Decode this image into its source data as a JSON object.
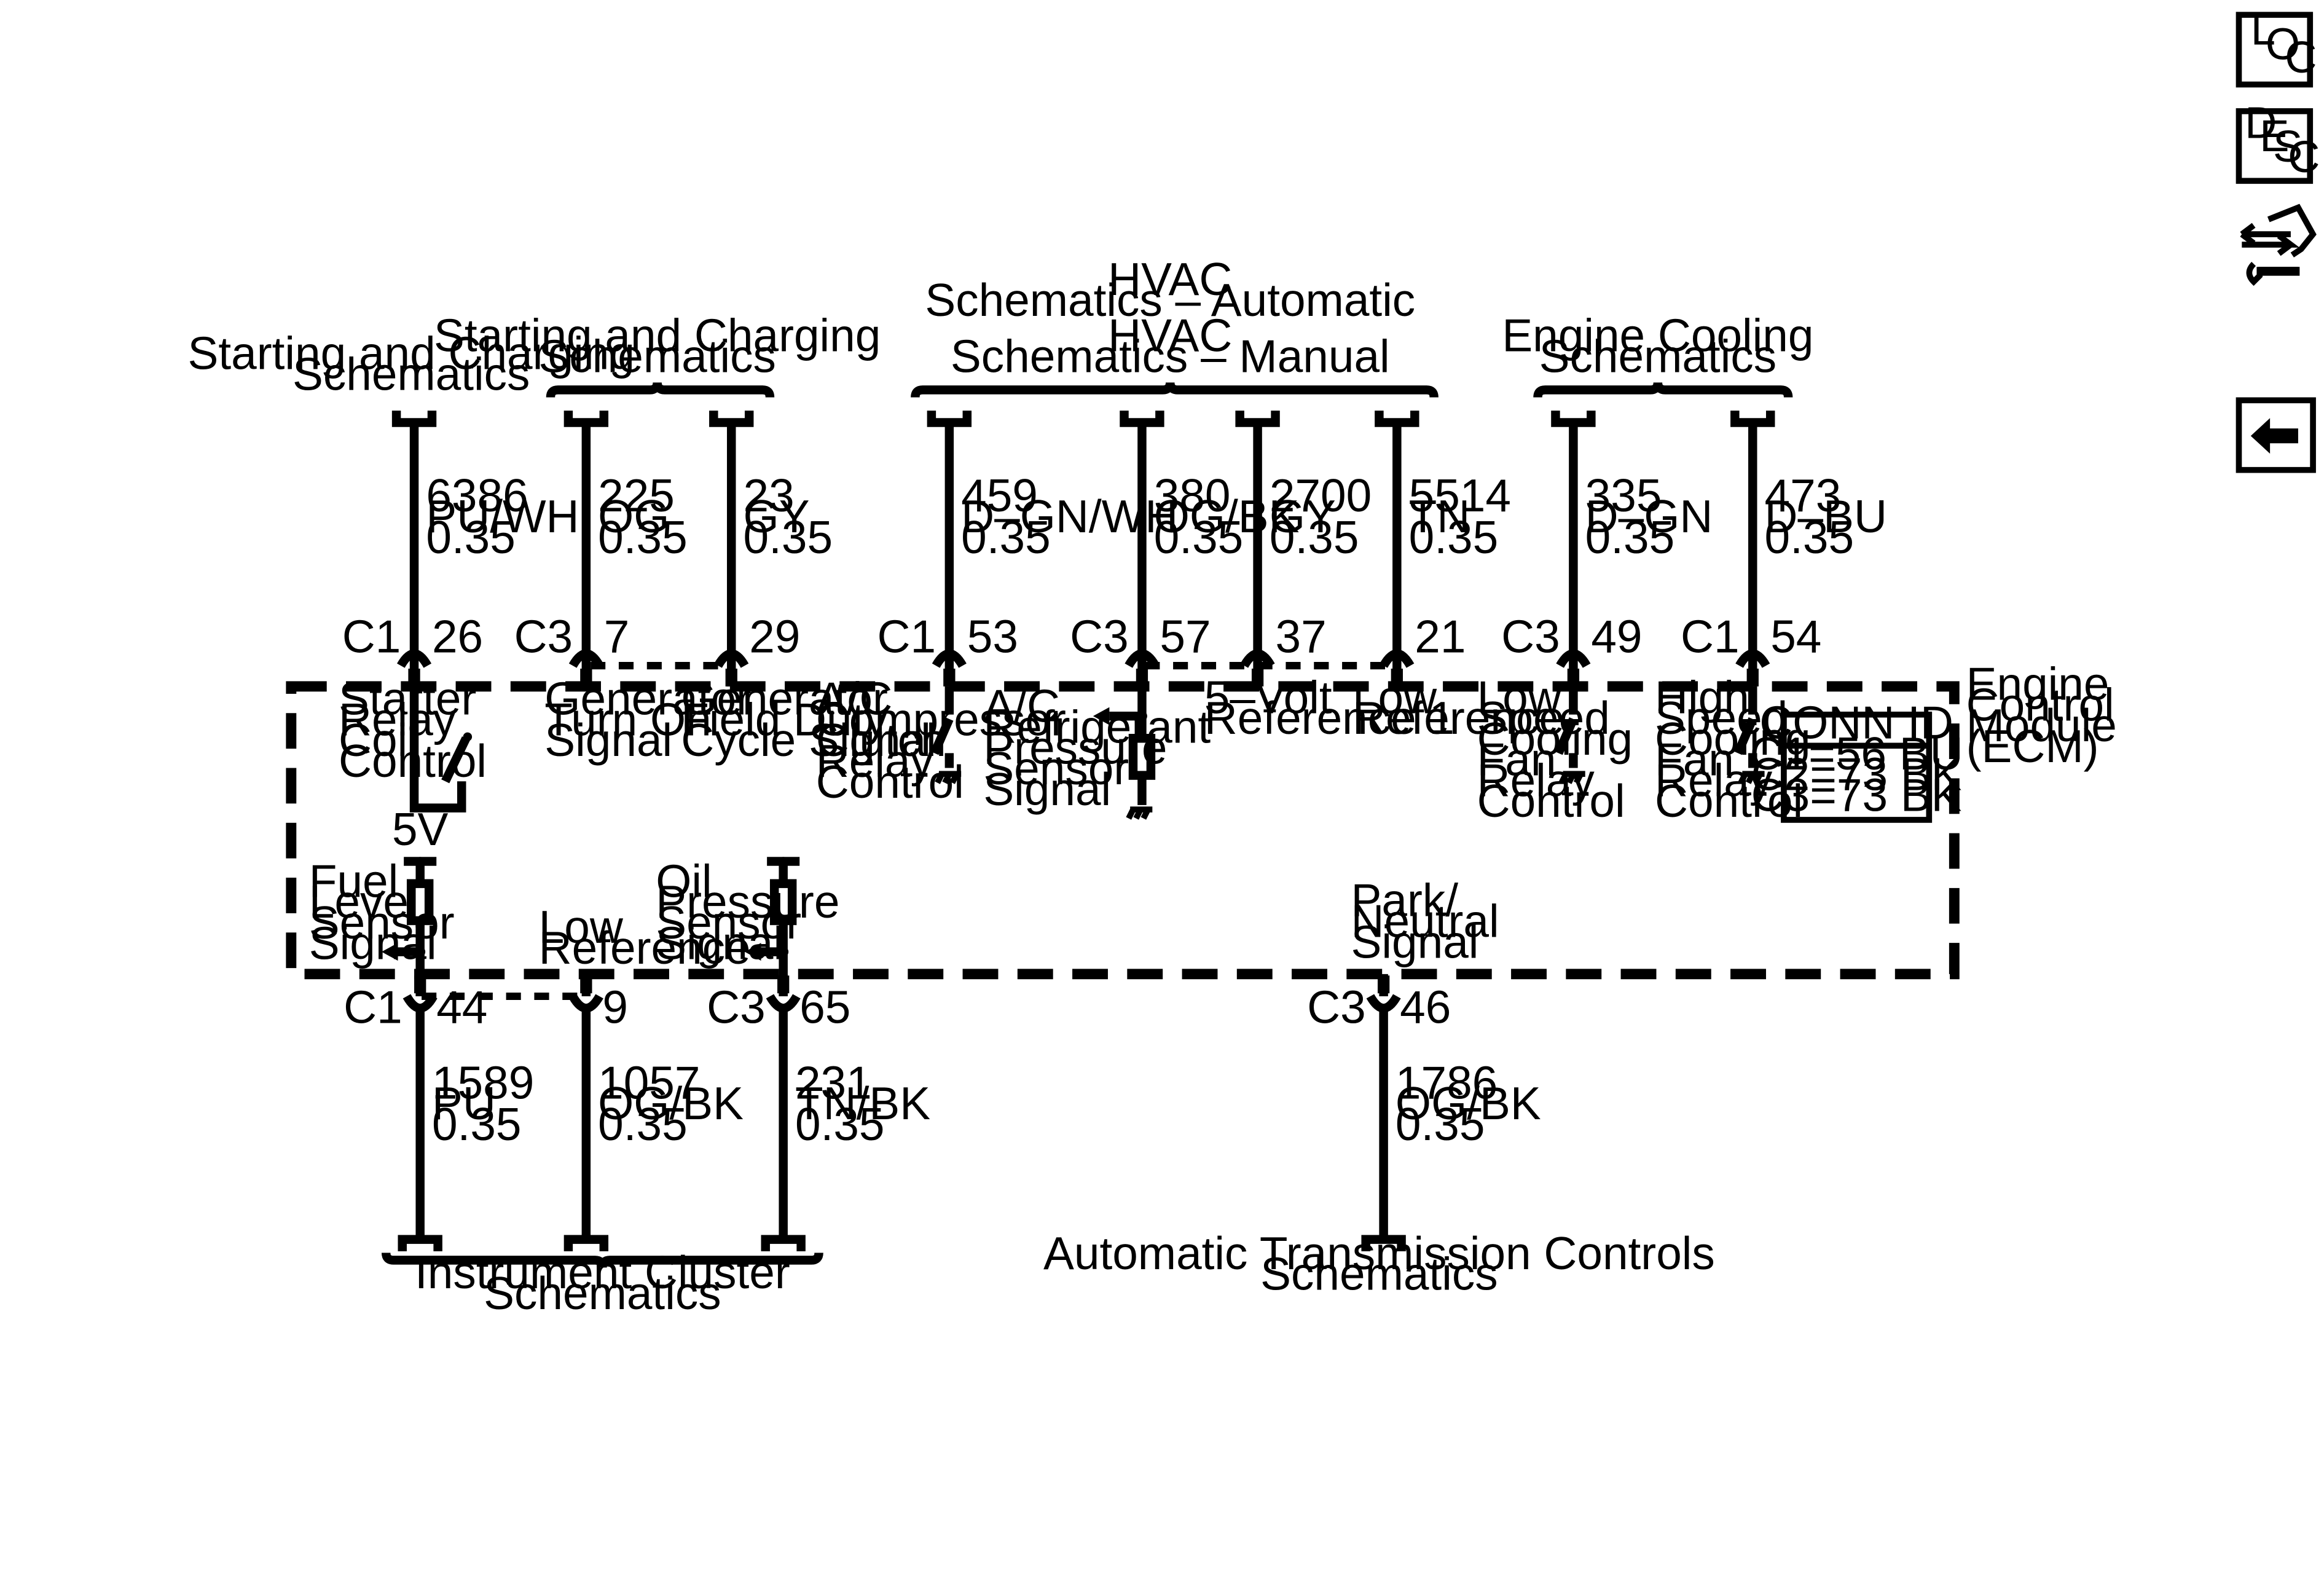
{
  "nav": {
    "loc": {
      "l1": "L",
      "l2": "O",
      "l3": "C"
    },
    "desc": {
      "l1": "D",
      "l2": "E",
      "l3": "S",
      "l4": "C"
    }
  },
  "ecm": {
    "l1": "Engine",
    "l2": "Control",
    "l3": "Module",
    "l4": "(ECM)"
  },
  "conn_id": {
    "title": "CONN ID",
    "c1": "C1=56 BU",
    "c2": "C2=73 BK",
    "c3": "C3=73 BK"
  },
  "destinations": {
    "sc_left": [
      "Starting and Charging",
      "Schematics"
    ],
    "sc_mid": [
      "Starting and Charging",
      "Schematics"
    ],
    "hvac_auto": [
      "HVAC",
      "Schematics – Automatic"
    ],
    "hvac_manual": [
      "HVAC",
      "Schematics – Manual"
    ],
    "engine_cooling": [
      "Engine Cooling",
      "Schematics"
    ],
    "instrument": [
      "Instrument Cluster",
      "Schematics"
    ],
    "trans": [
      "Automatic Transmission Controls",
      "Schematics"
    ]
  },
  "top_circuits": [
    {
      "id": "starter",
      "wire": "6386",
      "color": "PU/WH",
      "size": "0.35",
      "conn": "C1",
      "pin": "26",
      "label": [
        "Starter",
        "Relay",
        "Coil",
        "Control"
      ]
    },
    {
      "id": "gen-turn-on",
      "wire": "225",
      "color": "OG",
      "size": "0.35",
      "conn": "C3",
      "pin": "7",
      "label": [
        "Generator",
        "Turn On",
        "Signal"
      ]
    },
    {
      "id": "gen-field",
      "wire": "23",
      "color": "GY",
      "size": "0.35",
      "conn": "",
      "pin": "29",
      "label": [
        "Generator",
        "Field Duty",
        "Cycle Signal"
      ]
    },
    {
      "id": "ac-clutch",
      "wire": "459",
      "color": "D–GN/WH",
      "size": "0.35",
      "conn": "C1",
      "pin": "53",
      "label": [
        "A/C",
        "Compressor",
        "Clutch",
        "Relay",
        "Control"
      ]
    },
    {
      "id": "ac-pressure",
      "wire": "380",
      "color": "OG/BK",
      "size": "0.35",
      "conn": "C3",
      "pin": "57",
      "label": [
        "A/C",
        "Refrigerant",
        "Pressure",
        "Sensor",
        "Signal"
      ]
    },
    {
      "id": "5v-ref",
      "wire": "2700",
      "color": "GY",
      "size": "0.35",
      "conn": "",
      "pin": "37",
      "label": [
        "5–Volt",
        "Reference 1"
      ]
    },
    {
      "id": "low-ref-top",
      "wire": "5514",
      "color": "TN",
      "size": "0.35",
      "conn": "",
      "pin": "21",
      "label": [
        "Low",
        "Reference"
      ]
    },
    {
      "id": "low-fan",
      "wire": "335",
      "color": "D–GN",
      "size": "0.35",
      "conn": "C3",
      "pin": "49",
      "label": [
        "Low",
        "Speed",
        "Cooling",
        "Fan",
        "Relay",
        "Control"
      ]
    },
    {
      "id": "high-fan",
      "wire": "473",
      "color": "D–BU",
      "size": "0.35",
      "conn": "C1",
      "pin": "54",
      "label": [
        "High",
        "Speed",
        "Cooling",
        "Fan",
        "Relay",
        "Control"
      ]
    }
  ],
  "bottom_circuits": [
    {
      "id": "fuel-level",
      "wire": "1589",
      "color": "PU",
      "size": "0.35",
      "conn": "C1",
      "pin": "44",
      "label": [
        "Fuel",
        "Level",
        "Sensor",
        "Signal"
      ]
    },
    {
      "id": "low-ref-bottom",
      "wire": "1057",
      "color": "OG/BK",
      "size": "0.35",
      "conn": "",
      "pin": "9",
      "label": [
        "Low",
        "Reference"
      ]
    },
    {
      "id": "oil-pressure",
      "wire": "231",
      "color": "TN/BK",
      "size": "0.35",
      "conn": "C3",
      "pin": "65",
      "label": [
        "Oil",
        "Pressure",
        "Sensor",
        "Signal"
      ]
    },
    {
      "id": "park-neutral",
      "wire": "1786",
      "color": "OG/BK",
      "size": "0.35",
      "conn": "C3",
      "pin": "46",
      "label": [
        "Park/",
        "Neutral",
        "Signal"
      ]
    }
  ],
  "supply_5v": "5V"
}
